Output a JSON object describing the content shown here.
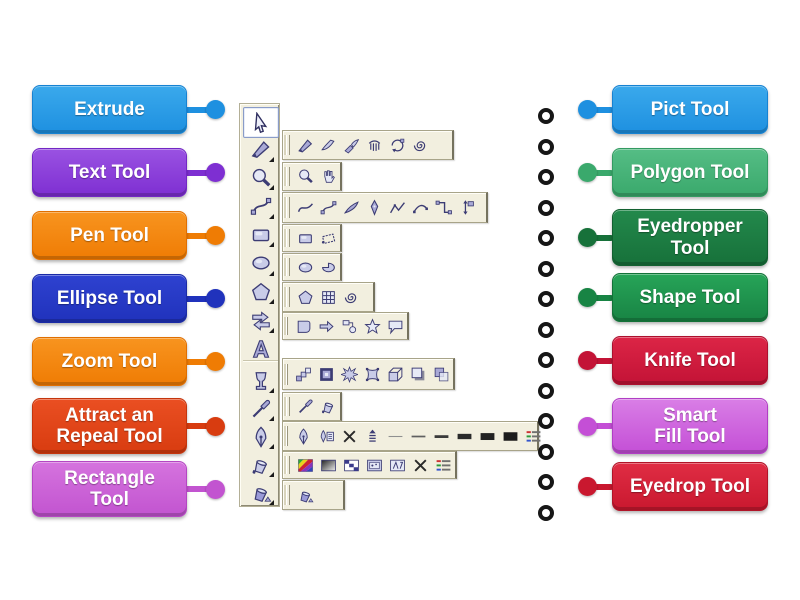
{
  "page": {
    "background": "#ffffff"
  },
  "left_items": [
    {
      "label": "Extrude",
      "color_top": "#3aa9ec",
      "color_bottom": "#1e90e0",
      "color_deep": "#1682d2"
    },
    {
      "label": "Text Tool",
      "color_top": "#9a52e2",
      "color_bottom": "#7e2fd2",
      "color_deep": "#7227c4"
    },
    {
      "label": "Pen Tool",
      "color_top": "#f8941f",
      "color_bottom": "#ef7c04",
      "color_deep": "#e06f00"
    },
    {
      "label": "Ellipse Tool",
      "color_top": "#2e42d0",
      "color_bottom": "#2032bc",
      "color_deep": "#1a2aa6"
    },
    {
      "label": "Zoom Tool",
      "color_top": "#f8941f",
      "color_bottom": "#ef7c04",
      "color_deep": "#e06f00"
    },
    {
      "label": "Attract an\nRepeal Tool",
      "color_top": "#ea4f22",
      "color_bottom": "#d83c10",
      "color_deep": "#c4350d"
    },
    {
      "label": "Rectangle\nTool",
      "color_top": "#d573de",
      "color_bottom": "#c254d0",
      "color_deep": "#b446c2"
    }
  ],
  "right_items": [
    {
      "label": "Pict Tool",
      "color_top": "#3aa9ec",
      "color_bottom": "#1e90e0",
      "color_deep": "#1682d2"
    },
    {
      "label": "Polygon Tool",
      "color_top": "#55bd85",
      "color_bottom": "#3aa96c",
      "color_deep": "#339a61"
    },
    {
      "label": "Eyedropper\nTool",
      "color_top": "#23894c",
      "color_bottom": "#17713a",
      "color_deep": "#126030"
    },
    {
      "label": "Shape Tool",
      "color_top": "#27a458",
      "color_bottom": "#188444",
      "color_deep": "#137238"
    },
    {
      "label": "Knife Tool",
      "color_top": "#dc2546",
      "color_bottom": "#c31336",
      "color_deep": "#ab102e"
    },
    {
      "label": "Smart\nFill Tool",
      "color_top": "#d97ee6",
      "color_bottom": "#c44fd6",
      "color_deep": "#b03ec4"
    },
    {
      "label": "Eyedrop Tool",
      "color_top": "#e02d44",
      "color_bottom": "#c9182f",
      "color_deep": "#b01428"
    }
  ],
  "answer_slots": {
    "count": 14
  },
  "toolbox": {
    "background": "#f2efdf",
    "border": "#a8a489",
    "icon_fill": "#a9a9d6",
    "icon_outline": "#3c3c74",
    "tools": [
      {
        "name": "pick-tool",
        "icon": "pick",
        "selected": true,
        "flyout": null
      },
      {
        "name": "shape-edit-tool",
        "icon": "shapeedit",
        "selected": false,
        "flyout": 0
      },
      {
        "name": "zoom-tool",
        "icon": "zoom",
        "selected": false,
        "flyout": 1
      },
      {
        "name": "curve-tool",
        "icon": "bezier",
        "selected": false,
        "flyout": 2
      },
      {
        "name": "rectangle-tool",
        "icon": "rect",
        "selected": false,
        "flyout": 3
      },
      {
        "name": "ellipse-tool",
        "icon": "ellipseic",
        "selected": false,
        "flyout": 4
      },
      {
        "name": "polygon-tool",
        "icon": "polygonic",
        "selected": false,
        "flyout": 5
      },
      {
        "name": "perfect-shapes-tool",
        "icon": "arrowsh",
        "selected": false,
        "flyout": 6
      },
      {
        "name": "text-tool",
        "icon": "textA",
        "selected": false,
        "flyout": null
      },
      {
        "name": "interactive-tool",
        "icon": "glass",
        "selected": false,
        "flyout": 7
      },
      {
        "name": "eyedropper-tool",
        "icon": "eyedropperic",
        "selected": false,
        "flyout": 8
      },
      {
        "name": "outline-tool",
        "icon": "outlinepen",
        "selected": false,
        "flyout": 9
      },
      {
        "name": "fill-tool",
        "icon": "paintbucket",
        "selected": false,
        "flyout": 10
      },
      {
        "name": "interactive-fill-tool",
        "icon": "ifill",
        "selected": false,
        "flyout": 11
      }
    ],
    "flyouts": [
      {
        "name": "shape-edit-flyout",
        "icons": [
          "shapeedit",
          "smudge",
          "brush",
          "roughen",
          "transformic",
          "spiral"
        ]
      },
      {
        "name": "zoom-flyout",
        "icons": [
          "zoom",
          "hand"
        ]
      },
      {
        "name": "curve-flyout",
        "icons": [
          "curve",
          "bezier",
          "artistic",
          "pen",
          "polyline",
          "threepoint",
          "connector",
          "dimension"
        ]
      },
      {
        "name": "rectangle-flyout",
        "icons": [
          "rect",
          "rect3"
        ]
      },
      {
        "name": "ellipse-flyout",
        "icons": [
          "ellipseic",
          "ellipse3"
        ]
      },
      {
        "name": "polygon-flyout",
        "icons": [
          "polygonic",
          "graphpaper",
          "spiral"
        ]
      },
      {
        "name": "perfect-shapes-flyout",
        "icons": [
          "basicshape",
          "arrowshapeic",
          "flowchartic",
          "staric",
          "callout"
        ]
      },
      {
        "name": "interactive-flyout",
        "icons": [
          "blend",
          "contour",
          "distortion",
          "envelope",
          "extrudeic",
          "shadowic",
          "transparency"
        ]
      },
      {
        "name": "eyedropper-flyout",
        "icons": [
          "eyedropperic",
          "paintbucket"
        ]
      },
      {
        "name": "outline-flyout",
        "icons": [
          "outlinepen",
          "pendialog",
          "nooutline",
          "hairline",
          "lw1",
          "lw2",
          "lw3",
          "lw4",
          "lw5",
          "lw6",
          "colordocker"
        ]
      },
      {
        "name": "fill-flyout",
        "icons": [
          "fillcolor",
          "fountain",
          "patternic",
          "textureic",
          "postscriptic",
          "nooutline",
          "colordocker"
        ]
      },
      {
        "name": "interactive-fill-flyout",
        "icons": [
          "ifill",
          "mesh"
        ]
      }
    ]
  }
}
